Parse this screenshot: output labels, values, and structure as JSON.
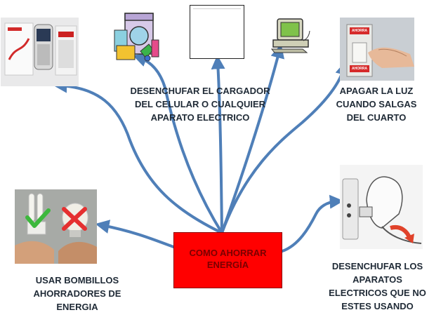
{
  "center": {
    "text": "COMO AHORRAR\nENERGÍA"
  },
  "branches": {
    "charger": {
      "text": "DESENCHUFAR EL CARGADOR\nDEL CELULAR O  CUALQUIER\nAPARATO ELECTRICO"
    },
    "lights": {
      "text": "APAGAR LA LUZ\nCUANDO SALGAS\nDEL CUARTO"
    },
    "bulbs": {
      "text": "USAR BOMBILLOS\nAHORRADORES DE\nENERGIA"
    },
    "unplug": {
      "text": "DESENCHUFAR LOS\nAPARATOS\nELECTRICOS QUE NO\nESTES USANDO"
    }
  },
  "images": {
    "switch_sign": "AHORRA",
    "switch_sign_2": "AHORRA"
  },
  "colors": {
    "arrow": "#4f7fb8",
    "center_fill": "#ff0000",
    "label_text": "#1f2a36"
  }
}
